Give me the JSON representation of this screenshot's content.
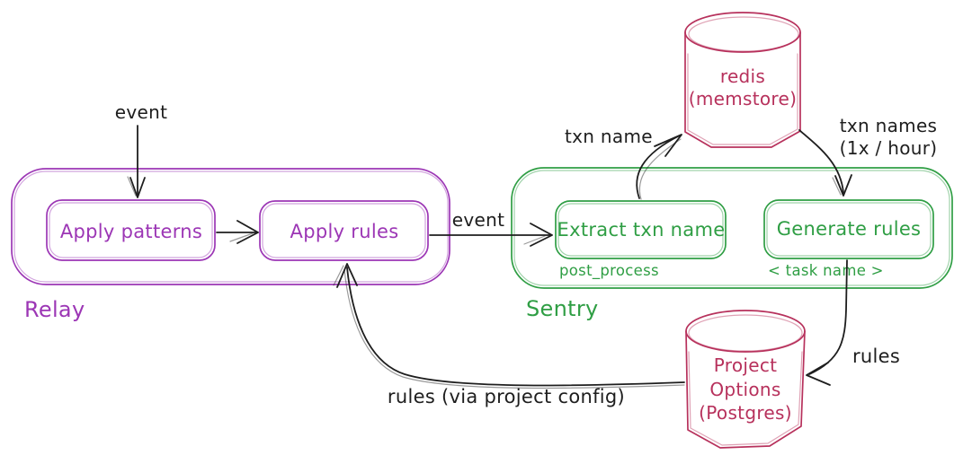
{
  "colors": {
    "ink": "#1e1e1e",
    "purple": "#9c36b5",
    "green": "#2f9e44",
    "crimson": "#b7315c",
    "background": "#ffffff"
  },
  "relay": {
    "label": "Relay",
    "apply_patterns_label": "Apply patterns",
    "apply_rules_label": "Apply rules"
  },
  "sentry": {
    "label": "Sentry",
    "extract_label": "Extract txn name",
    "extract_sublabel": "post_process",
    "generate_label": "Generate rules",
    "generate_sublabel": "< task name >"
  },
  "redis_store": {
    "line1": "redis",
    "line2": "(memstore)"
  },
  "postgres_store": {
    "line1": "Project",
    "line2": "Options",
    "line3": "(Postgres)"
  },
  "edges": {
    "event_in_label": "event",
    "event_relay_to_sentry_label": "event",
    "txn_name_label": "txn name",
    "txn_names_label_line1": "txn names",
    "txn_names_label_line2": "(1x / hour)",
    "rules_label": "rules",
    "rules_via_config_label": "rules (via project config)"
  }
}
